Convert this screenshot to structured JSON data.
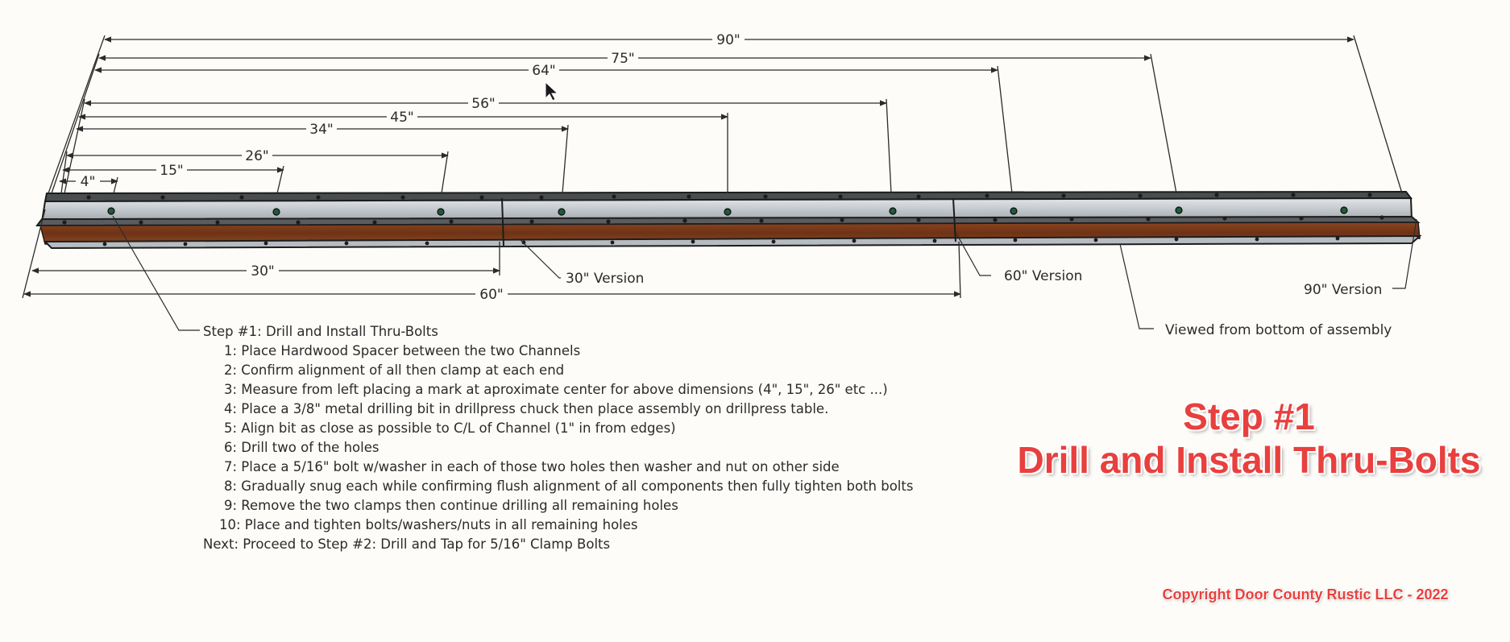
{
  "dimensions_top": [
    "90\"",
    "75\"",
    "64\"",
    "56\"",
    "45\"",
    "34\"",
    "26\"",
    "15\"",
    "4\""
  ],
  "dimensions_bottom": [
    "30\"",
    "60\""
  ],
  "callouts": {
    "v30": "30\" Version",
    "v60": "60\" Version",
    "v90": "90\" Version",
    "bottom_view": "Viewed from bottom of assembly"
  },
  "instructions": {
    "heading": "Step #1: Drill and Install Thru-Bolts",
    "steps": [
      "1: Place Hardwood Spacer between the two Channels",
      "2: Confirm alignment of all then clamp at each end",
      "3: Measure from left placing a mark at aproximate center for above dimensions (4\", 15\", 26\" etc ...)",
      "4: Place a 3/8\" metal drilling bit in drillpress chuck then place assembly on drillpress table.",
      "5: Align bit as close as possible to C/L of Channel (1\" in from edges)",
      "6: Drill two of the holes",
      "7: Place a 5/16\" bolt w/washer in each of those two holes then washer and nut on other side",
      "8: Gradually snug each while confirming flush alignment of all components then fully tighten both bolts",
      "9: Remove the two clamps then continue drilling all remaining holes",
      "10: Place and tighten bolts/washers/nuts in all remaining holes"
    ],
    "next": "Next: Proceed to Step #2: Drill and Tap for 5/16\" Clamp Bolts"
  },
  "title": {
    "line1": "Step #1",
    "line2": "Drill and Install Thru-Bolts"
  },
  "copyright": "Copyright Door County Rustic LLC - 2022",
  "colors": {
    "title_red": "#e8403e",
    "steel": "#c9cdd1",
    "wood": "#7a3b1c",
    "line": "#2b2b2b"
  }
}
